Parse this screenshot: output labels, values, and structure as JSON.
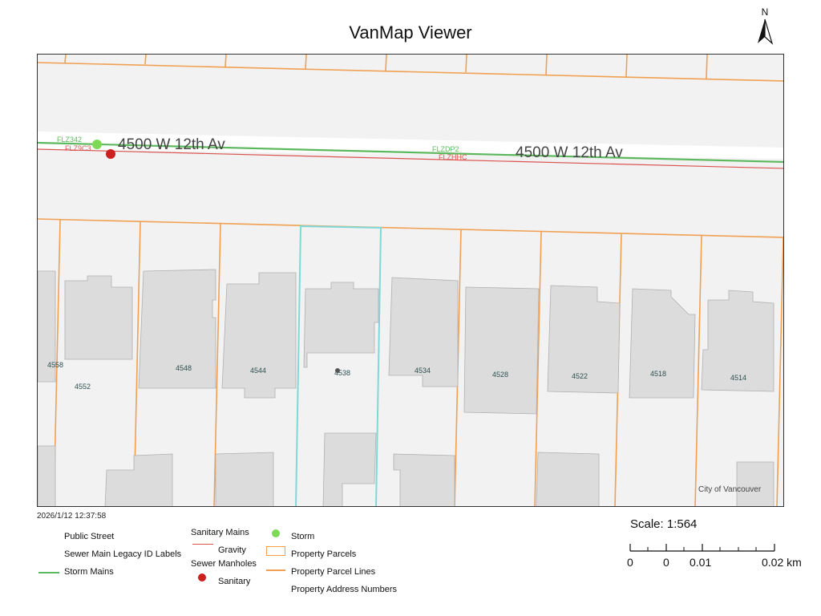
{
  "header": {
    "title": "VanMap Viewer",
    "north_label": "N"
  },
  "map": {
    "street_labels": [
      "4500 W 12th Av",
      "4500 W 12th Av"
    ],
    "main_ids": {
      "storm_left": "FLZ342",
      "sanitary_left": "FLZ9C3",
      "storm_mid": "FLZDP2",
      "sanitary_mid": "FLZHHC"
    },
    "address_numbers": [
      "4558",
      "4552",
      "4548",
      "4544",
      "4538",
      "4534",
      "4528",
      "4522",
      "4518",
      "4514"
    ],
    "attribution": "City of Vancouver",
    "colors": {
      "storm": "#5cb85c",
      "sanitary": "#d9534f",
      "parcel": "#f0a050",
      "selected_parcel": "#7fd8d8",
      "building": "#dcdcdc"
    }
  },
  "footer": {
    "timestamp": "2026/1/12 12:37:58",
    "legend": {
      "public_street": "Public Street",
      "sewer_legacy_labels": "Sewer Main Legacy ID Labels",
      "storm_mains": "Storm Mains",
      "sanitary_mains": "Sanitary Mains",
      "gravity": "Gravity",
      "sewer_manholes": "Sewer Manholes",
      "sanitary": "Sanitary",
      "storm": "Storm",
      "property_parcels": "Property Parcels",
      "property_parcel_lines": "Property Parcel Lines",
      "property_address_numbers": "Property Address Numbers"
    },
    "scale": {
      "label": "Scale: 1:564",
      "ticks": [
        "0",
        "0",
        "0.01",
        "0.02 km"
      ]
    }
  }
}
